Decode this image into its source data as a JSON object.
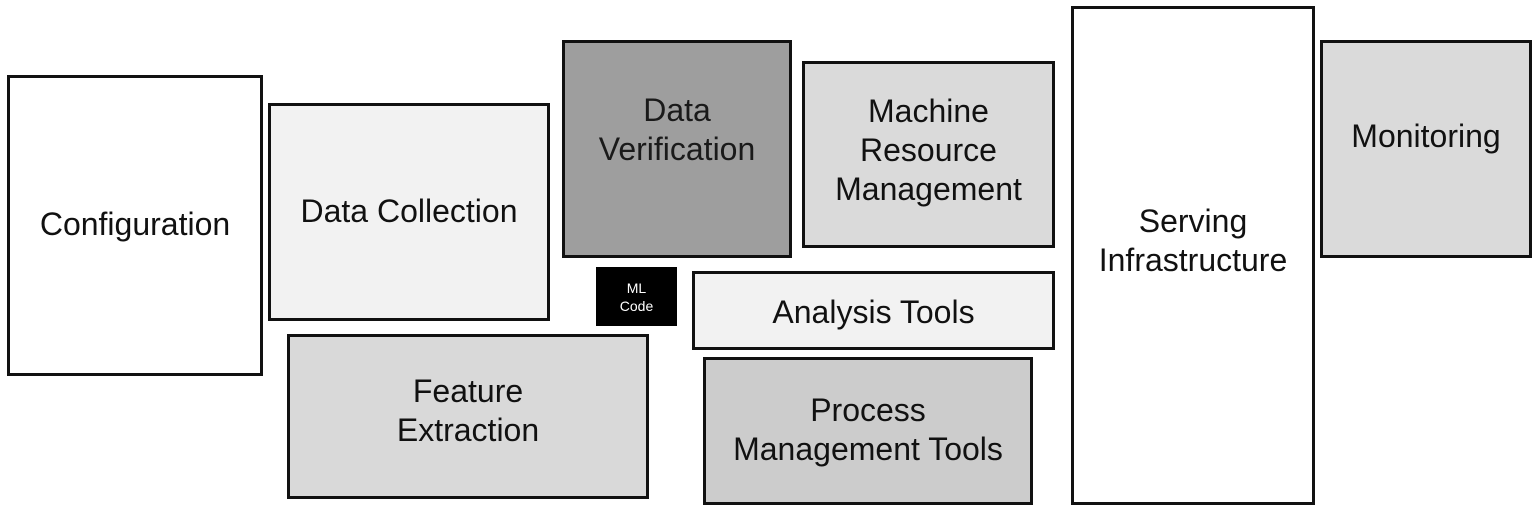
{
  "diagram": {
    "boxes": [
      {
        "id": "b-config",
        "label": "Configuration",
        "fill": "#ffffff",
        "text_color": "#111111"
      },
      {
        "id": "b-collect",
        "label": "Data Collection",
        "fill": "#f2f2f2",
        "text_color": "#111111"
      },
      {
        "id": "b-verify",
        "label": "Data\nVerification",
        "fill": "#9e9e9e",
        "text_color": "#1a1a1a"
      },
      {
        "id": "b-machine",
        "label": "Machine\nResource\nManagement",
        "fill": "#dadada",
        "text_color": "#111111"
      },
      {
        "id": "b-serving",
        "label": "Serving\nInfrastructure",
        "fill": "#ffffff",
        "text_color": "#111111"
      },
      {
        "id": "b-monitor",
        "label": "Monitoring",
        "fill": "#dadada",
        "text_color": "#111111"
      },
      {
        "id": "b-mlcode",
        "label": "ML\nCode",
        "fill": "#000000",
        "text_color": "#ffffff"
      },
      {
        "id": "b-analysis",
        "label": "Analysis Tools",
        "fill": "#f2f2f2",
        "text_color": "#111111"
      },
      {
        "id": "b-feature",
        "label": "Feature\nExtraction",
        "fill": "#d9d9d9",
        "text_color": "#111111"
      },
      {
        "id": "b-process",
        "label": "Process\nManagement Tools",
        "fill": "#cccccc",
        "text_color": "#111111"
      }
    ]
  }
}
